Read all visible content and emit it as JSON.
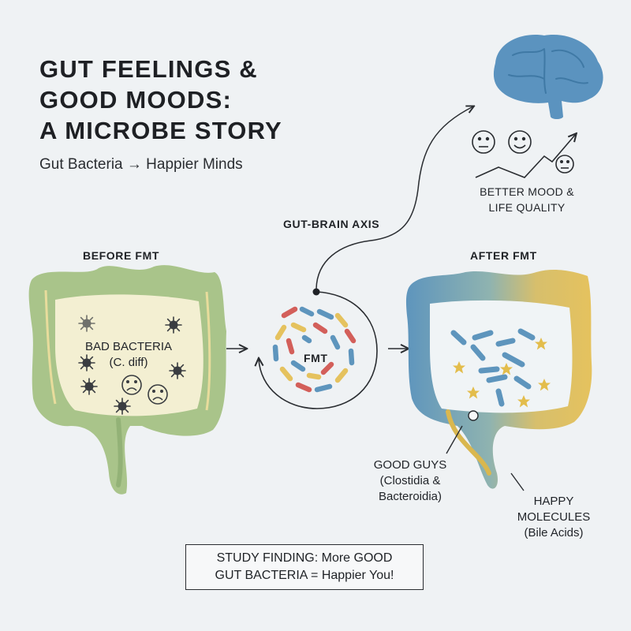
{
  "title_lines": [
    "GUT FEELINGS &",
    "GOOD MOODS:",
    "A MICROBE STORY"
  ],
  "subtitle": "Gut Bacteria → Happier Minds",
  "labels": {
    "before": "BEFORE FMT",
    "after": "AFTER FMT",
    "center": "FMT",
    "axis": "GUT-BRAIN AXIS",
    "bad_bacteria_line1": "BAD BACTERIA",
    "bad_bacteria_line2": "(C. diff)",
    "mood_line1": "BETTER MOOD &",
    "mood_line2": "LIFE QUALITY",
    "good_line1": "GOOD GUYS",
    "good_line2": "(Clostidia &",
    "good_line3": "Bacteroidia)",
    "happy_line1": "HAPPY",
    "happy_line2": "MOLECULES",
    "happy_line3": "(Bile Acids)"
  },
  "finding": {
    "line1": "STUDY FINDING: More GOOD",
    "line2": "GUT BACTERIA = Happier You!"
  },
  "icons": [
    "brain-icon",
    "neutral-face-icon",
    "smiley-face-icon",
    "mood-trend-chart-icon",
    "virus-icon",
    "sad-face-icon",
    "star-icon",
    "bacteria-icon",
    "arrow-right-icon",
    "circular-arrow-icon"
  ],
  "colors": {
    "bad_gut": "#a9c48a",
    "gut_inner": "#f3efd2",
    "good_blue": "#5e95bd",
    "good_yellow": "#e5c25e",
    "brain": "#5b93bf",
    "text": "#1f2226"
  }
}
